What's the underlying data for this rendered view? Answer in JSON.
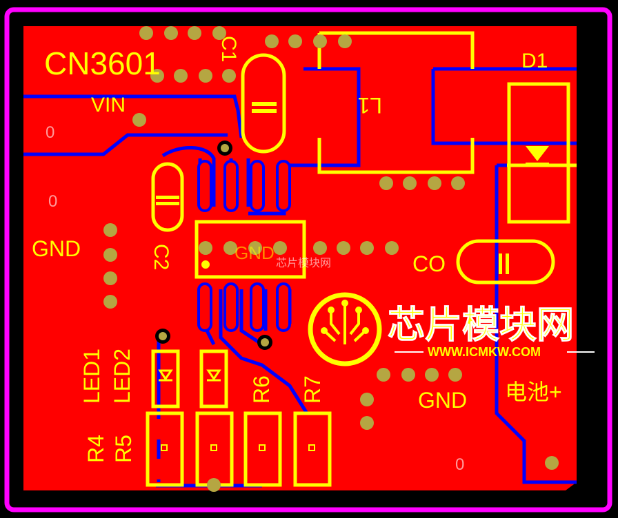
{
  "colors": {
    "background": "#000000",
    "board_outline": "#ff00ff",
    "copper": "#ff0000",
    "trace": "#0000ff",
    "silkscreen": "#ffff00",
    "pad": "#b5a642",
    "ghost_text": "#ffffff"
  },
  "labels": {
    "ic_name": "CN3601",
    "c1": "C1",
    "l1": "L1",
    "d1": "D1",
    "vin": "VIN",
    "c2": "C2",
    "gnd_left": "GND",
    "gnd_center": "GND",
    "co": "CO",
    "led1": "LED1",
    "led2": "LED2",
    "r6": "R6",
    "r7": "R7",
    "r4": "R4",
    "r5": "R5",
    "gnd_right": "GND",
    "battery_plus": "电池+",
    "zero": "0"
  },
  "watermark": {
    "small_text": "芯片模块网",
    "brand": "芯片模块网",
    "url": "WWW.ICMKW.COM",
    "logo_icon": "chip-logo-icon"
  }
}
